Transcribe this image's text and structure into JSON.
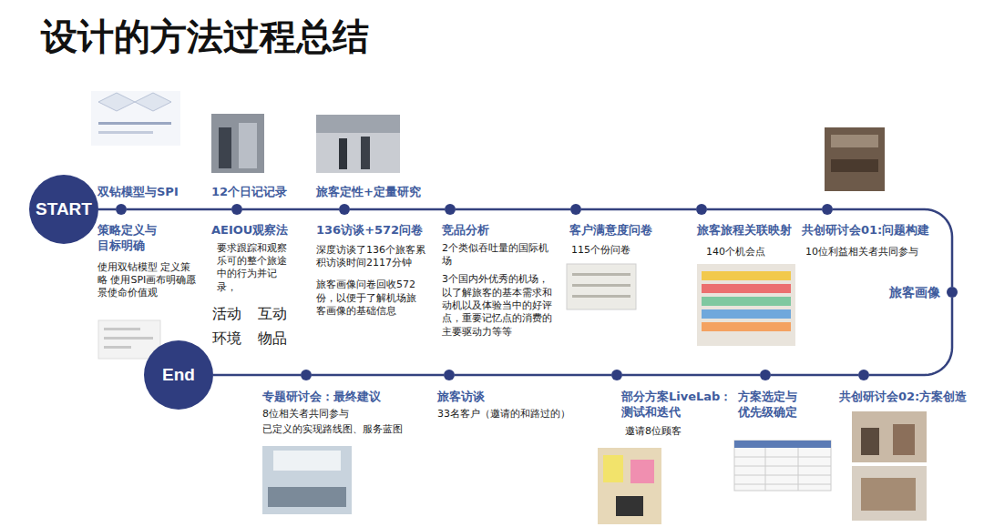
{
  "diagram": {
    "title": "设计的方法过程总结",
    "nodes": [
      {
        "text": [
          "START"
        ]
      },
      {
        "text": [
          "双钻模型与SPI",
          "策略定义与 目标明确",
          "使用双钻模型 定义策略 使用SPI画布明确愿景使命价值观"
        ]
      },
      {
        "text": [
          "12个日记记录",
          "AEIOU观察法",
          "要求跟踪和观察乐可的整个旅途中的行为并记录，",
          "活动",
          "互动",
          "环境",
          "物品"
        ]
      },
      {
        "text": [
          "旅客定性+定量研究",
          "136访谈+572问卷",
          "深度访谈了136个旅客累积访谈时间2117分钟",
          "旅客画像问卷回收572份，以便于了解机场旅客画像的基础信息"
        ]
      },
      {
        "text": [
          "竞品分析",
          "2个类似吞吐量的国际机场",
          "3个国内外优秀的机场，以了解旅客的基本需求和动机以及体验当中的好评点，重要记忆点的消费的主要驱动力等等"
        ]
      },
      {
        "text": [
          "客户满意度问卷",
          "115个份问卷"
        ]
      },
      {
        "text": [
          "旅客旅程关联映射",
          "140个机会点"
        ]
      },
      {
        "text": [
          "共创研讨会01:问题构建",
          "10位利益相关者共同参与"
        ]
      },
      {
        "text": [
          "旅客画像"
        ]
      },
      {
        "text": [
          "共创研讨会02:方案创造"
        ]
      },
      {
        "text": [
          "方案选定与 优先级确定"
        ]
      },
      {
        "text": [
          "部分方案LiveLab： 测试和迭代",
          "邀请8位顾客"
        ]
      },
      {
        "text": [
          "旅客访谈",
          "33名客户（邀请的和路过的）"
        ]
      },
      {
        "text": [
          "专题研讨会：最终建议",
          "8位相关者共同参与",
          "已定义的实现路线图、服务蓝图"
        ]
      },
      {
        "text": [
          "End"
        ]
      }
    ],
    "edges": [
      {
        "from": 0,
        "to": 1,
        "arrow": "none"
      },
      {
        "from": 1,
        "to": 2,
        "arrow": "none"
      },
      {
        "from": 2,
        "to": 3,
        "arrow": "none"
      },
      {
        "from": 3,
        "to": 4,
        "arrow": "none"
      },
      {
        "from": 4,
        "to": 5,
        "arrow": "none"
      },
      {
        "from": 5,
        "to": 6,
        "arrow": "none"
      },
      {
        "from": 6,
        "to": 7,
        "arrow": "none"
      },
      {
        "from": 7,
        "to": 8,
        "arrow": "none"
      },
      {
        "from": 8,
        "to": 9,
        "arrow": "none"
      },
      {
        "from": 9,
        "to": 10,
        "arrow": "none"
      },
      {
        "from": 10,
        "to": 11,
        "arrow": "none"
      },
      {
        "from": 11,
        "to": 12,
        "arrow": "none"
      },
      {
        "from": 12,
        "to": 13,
        "arrow": "none"
      },
      {
        "from": 13,
        "to": 14,
        "arrow": "none"
      }
    ]
  }
}
